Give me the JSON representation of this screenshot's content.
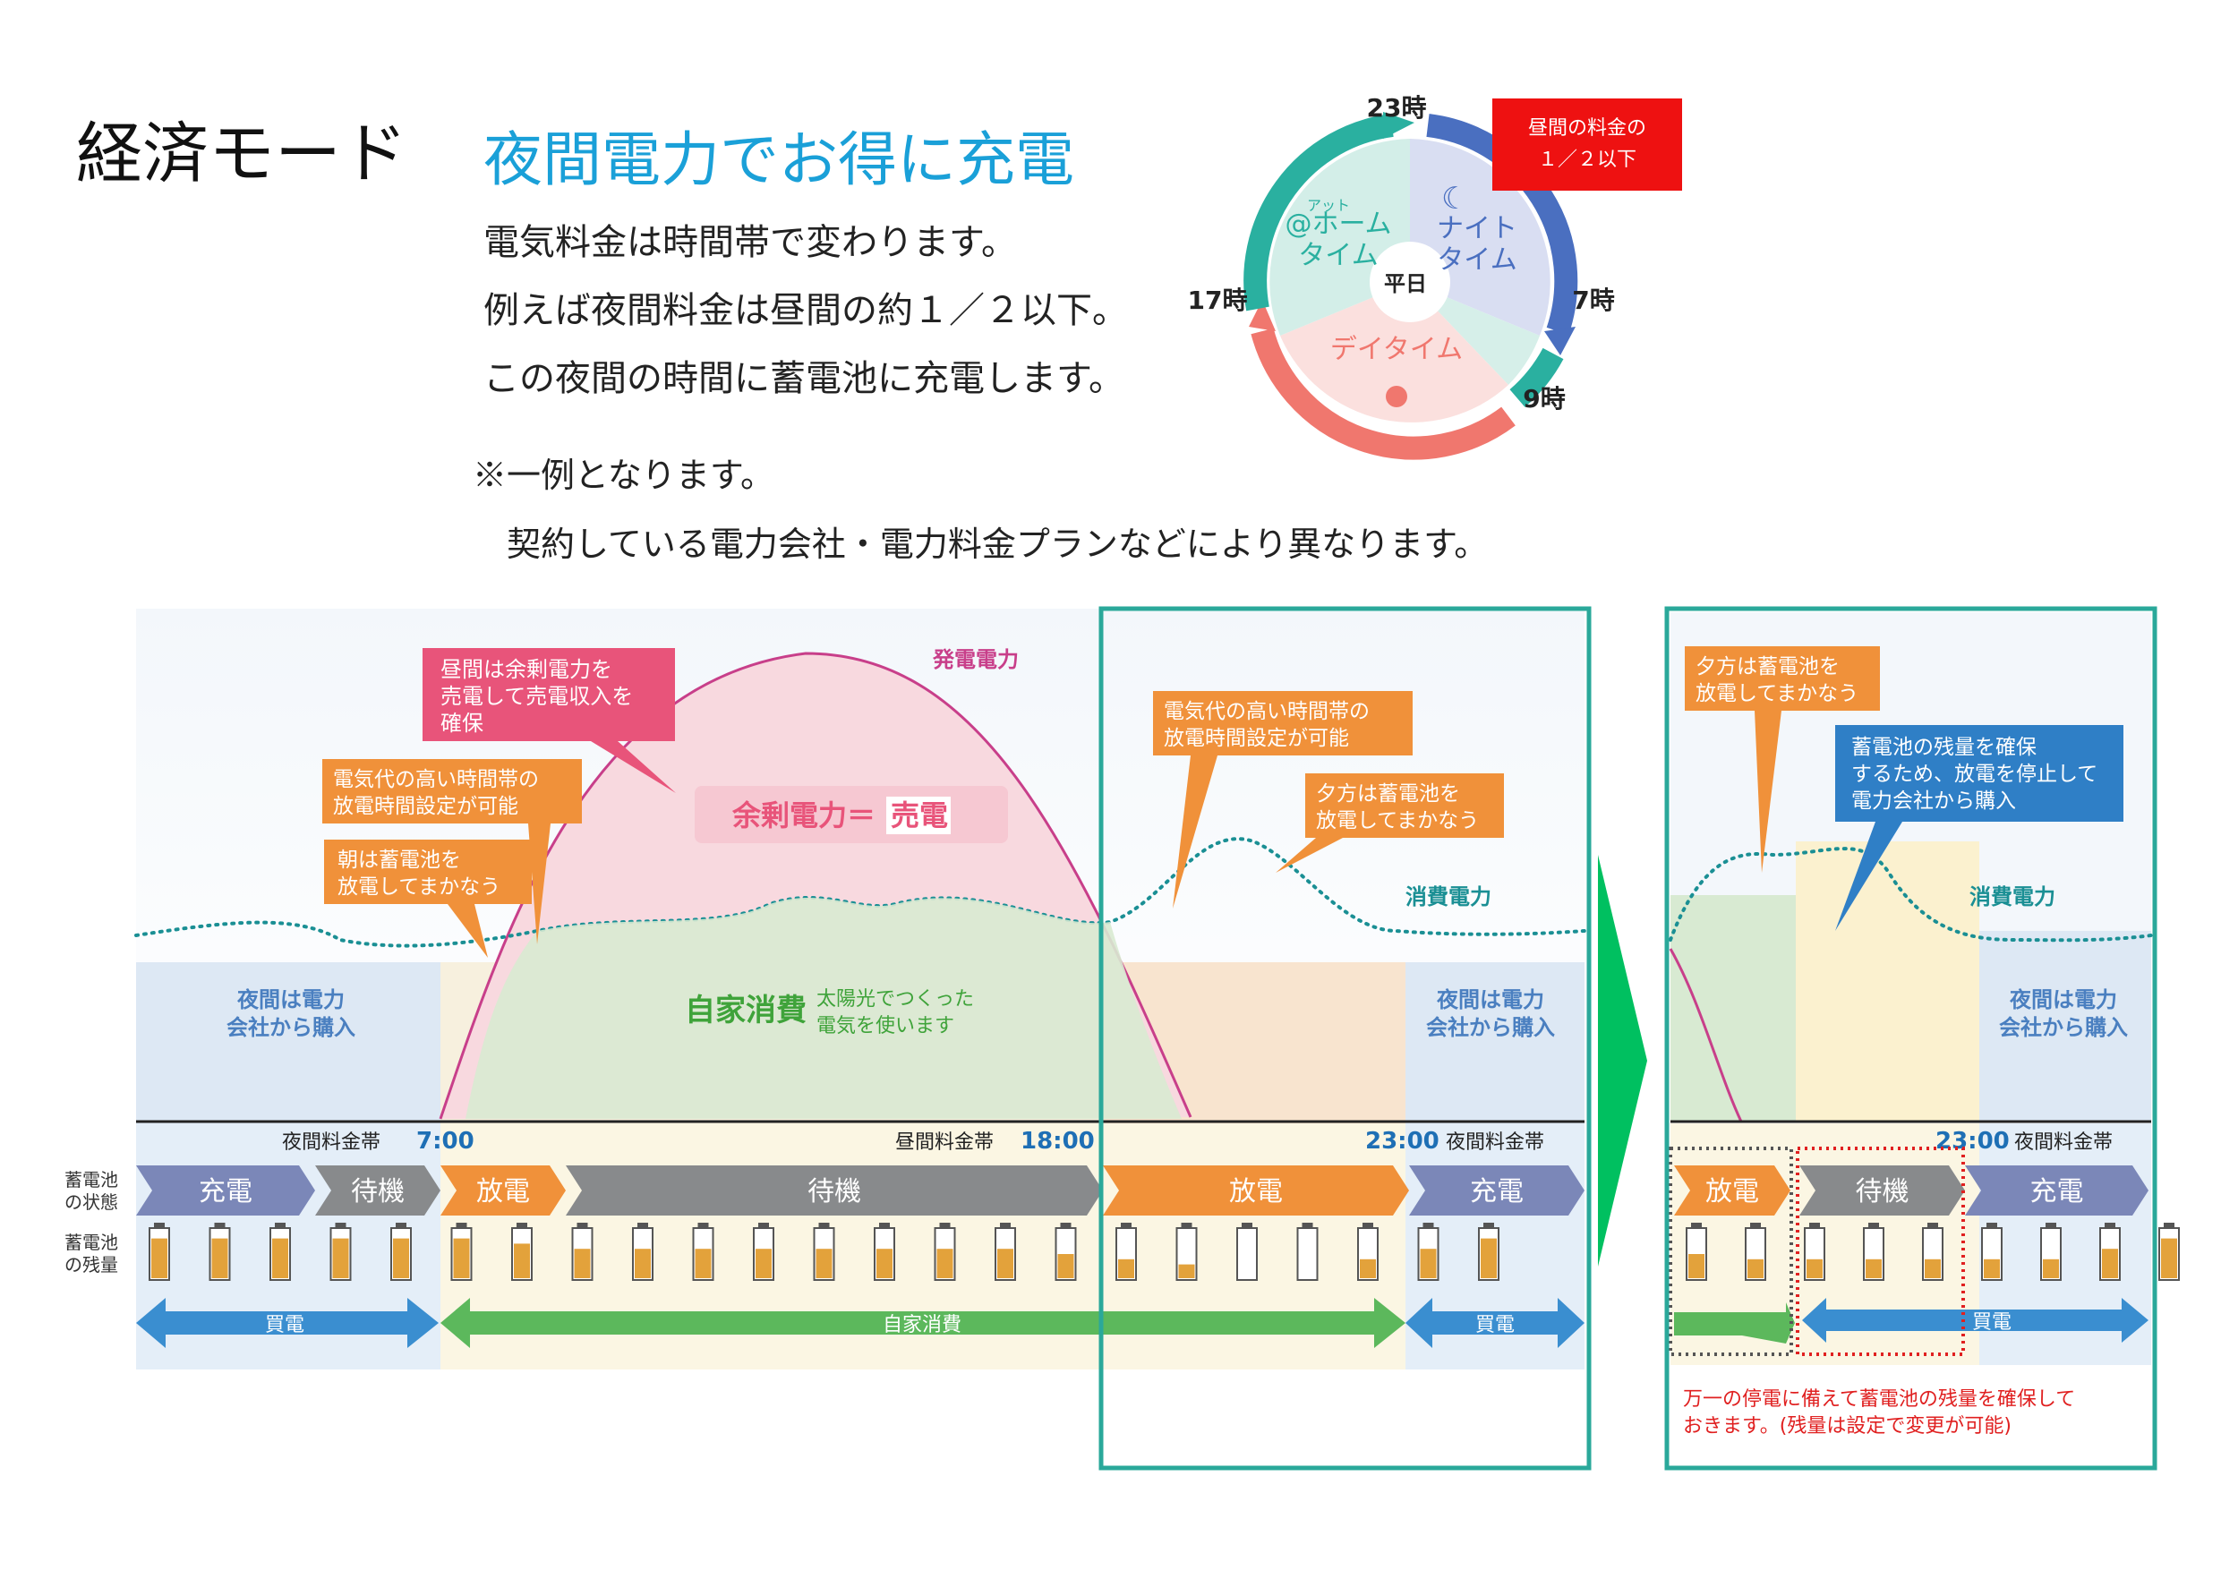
{
  "header": {
    "mode_title": "経済モード",
    "headline": "夜間電力でお得に充電",
    "body_lines": [
      "電気料金は時間帯で変わります。",
      "例えば夜間料金は昼間の約１／２以下。",
      "この夜間の時間に蓄電池に充電します。"
    ],
    "note_line1": "※一例となります。",
    "note_line2": "契約している電力会社・電力料金プランなどにより異なります。"
  },
  "clock": {
    "label_23": "23時",
    "label_7": "7時",
    "label_9": "9時",
    "label_17": "17時",
    "center": "平日",
    "night_line1": "ナイト",
    "night_line2": "タイム",
    "home_small": "アット",
    "home_line1": "@ホーム",
    "home_line2": "タイム",
    "day": "デイタイム",
    "callout_line1": "昼間の料金の",
    "callout_line2": "１／２以下",
    "colors": {
      "night": "#4a6fc0",
      "home": "#2ab0a0",
      "day": "#f0776e",
      "callout": "#ee1111"
    }
  },
  "diagram": {
    "gen_label": "発電電力",
    "cons_label_main": "消費電力",
    "cons_label_right": "消費電力",
    "surplus_prefix": "余剰電力＝",
    "surplus_sell": "売電",
    "self_use": "自家消費",
    "self_use_sub1": "太陽光でつくった",
    "self_use_sub2": "電気を使います",
    "night_buy1": "夜間は電力",
    "night_buy2": "会社から購入",
    "callout_pink1": "昼間は余剰電力を",
    "callout_pink2": "売電して売電収入を",
    "callout_pink3": "確保",
    "callout_orange_a1": "電気代の高い時間帯の",
    "callout_orange_a2": "放電時間設定が可能",
    "callout_morning1": "朝は蓄電池を",
    "callout_morning2": "放電してまかなう",
    "callout_orange_b1": "電気代の高い時間帯の",
    "callout_orange_b2": "放電時間設定が可能",
    "callout_evening1": "夕方は蓄電池を",
    "callout_evening2": "放電してまかなう",
    "callout_r_evening1": "夕方は蓄電池を",
    "callout_r_evening2": "放電してまかなう",
    "callout_blue1": "蓄電池の残量を確保",
    "callout_blue2": "するため、放電を停止して",
    "callout_blue3": "電力会社から購入",
    "band_night_left": "夜間料金帯",
    "time_700": "7:00",
    "band_day": "昼間料金帯",
    "time_1800": "18:00",
    "time_2300": "23:00",
    "band_night_right": "夜間料金帯",
    "time_2300_r": "23:00",
    "band_night_r2": "夜間料金帯",
    "state_label1": "蓄電池",
    "state_label2": "の状態",
    "level_label1": "蓄電池",
    "level_label2": "の残量",
    "states": [
      "充電",
      "待機",
      "放電",
      "待機",
      "放電",
      "充電"
    ],
    "states_right": [
      "放電",
      "待機",
      "充電"
    ],
    "battery_levels": [
      0.8,
      0.8,
      0.8,
      0.8,
      0.8,
      0.8,
      0.7,
      0.6,
      0.6,
      0.6,
      0.6,
      0.6,
      0.6,
      0.6,
      0.6,
      0.5,
      0.4,
      0.3,
      0.0,
      0.0,
      0.4,
      0.6,
      0.8
    ],
    "battery_levels_right": [
      0.5,
      0.4,
      0.4,
      0.4,
      0.4,
      0.4,
      0.4,
      0.6,
      0.8
    ],
    "arrow_buy": "買電",
    "arrow_self": "自家消費",
    "arrow_buy2": "買電",
    "arrow_buy_r": "買電",
    "outage1": "万一の停電に備えて蓄電池の残量を確保して",
    "outage2": "おきます。(残量は設定で変更が可能)",
    "colors": {
      "teal": "#2aa89a",
      "green_arrow": "#00c060",
      "orange": "#f0913a",
      "pink": "#e8547a",
      "blue": "#2f7fc6",
      "gray": "#888a8c"
    }
  }
}
